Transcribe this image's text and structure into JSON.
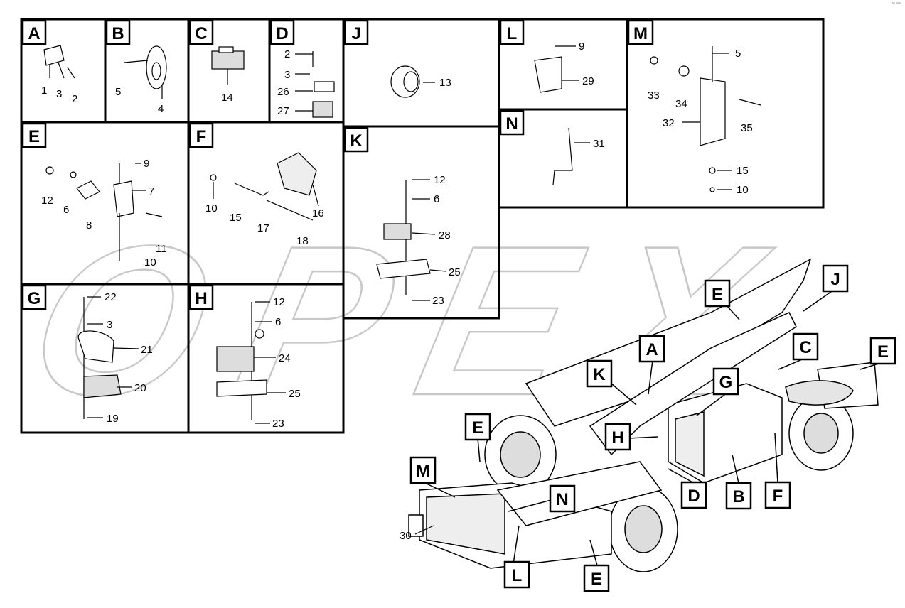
{
  "watermark": "OPEX",
  "corner_mark": "▫▫ ▫▫▫",
  "panels": [
    {
      "letter": "A",
      "parts": [
        "1",
        "3",
        "2"
      ]
    },
    {
      "letter": "B",
      "parts": [
        "5",
        "4"
      ]
    },
    {
      "letter": "C",
      "parts": [
        "14"
      ]
    },
    {
      "letter": "D",
      "parts": [
        "2",
        "3",
        "26",
        "27"
      ]
    },
    {
      "letter": "J",
      "parts": [
        "13"
      ]
    },
    {
      "letter": "L",
      "parts": [
        "9",
        "29"
      ]
    },
    {
      "letter": "M",
      "parts": [
        "5",
        "33",
        "34",
        "32",
        "35",
        "15",
        "10"
      ]
    },
    {
      "letter": "N",
      "parts": [
        "31"
      ]
    },
    {
      "letter": "E",
      "parts": [
        "9",
        "7",
        "12",
        "6",
        "8",
        "11",
        "10"
      ]
    },
    {
      "letter": "F",
      "parts": [
        "16",
        "10",
        "15",
        "17",
        "18"
      ]
    },
    {
      "letter": "K",
      "parts": [
        "12",
        "6",
        "28",
        "25",
        "23"
      ]
    },
    {
      "letter": "G",
      "parts": [
        "22",
        "3",
        "21",
        "20",
        "19"
      ]
    },
    {
      "letter": "H",
      "parts": [
        "12",
        "6",
        "24",
        "25",
        "23"
      ]
    }
  ],
  "machine_callouts": [
    "E",
    "J",
    "A",
    "C",
    "E",
    "K",
    "G",
    "E",
    "H",
    "M",
    "D",
    "B",
    "F",
    "N",
    "L",
    "E"
  ],
  "machine_parts": [
    "30"
  ]
}
